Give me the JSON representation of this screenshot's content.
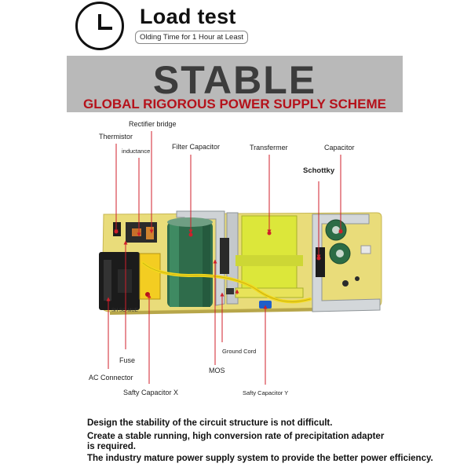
{
  "header": {
    "title": "Load test",
    "subtitle": "Olding Time for 1 Hour at Least",
    "icon": "clock-icon"
  },
  "banner": {
    "main": "STABLE",
    "sub": "GLOBAL RIGOROUS POWER SUPPLY SCHEME",
    "colors": {
      "background": "#b9b9b9",
      "main_text": "#3c3c3c",
      "sub_text": "#b5121b"
    }
  },
  "labels": {
    "rectifier_bridge": "Rectifier bridge",
    "thermistor": "Thermistor",
    "inductance": "inductance",
    "filter_capacitor": "Filter Capacitor",
    "transformer": "Transfermer",
    "capacitor": "Capacitor",
    "schottky": "Schottky",
    "ground_cord": "Ground Cord",
    "fuse": "Fuse",
    "mos": "MOS",
    "ac_connector": "AC Connector",
    "safety_capacitor_x": "Safty Capacitor X",
    "safety_capacitor_y": "Safty Capacitor Y"
  },
  "board_markings": {
    "pcb_code": "SH  SC-MUE"
  },
  "description": {
    "line1": "Design the stability of the circuit structure is not difficult.",
    "line2a": "Create a stable running, high conversion rate of precipitation adapter",
    "line2b": "is required.",
    "line3": "The industry mature power supply system to provide the better power efficiency."
  },
  "colors": {
    "pointer": "#d01f2b",
    "board": "#e9dc7a"
  }
}
